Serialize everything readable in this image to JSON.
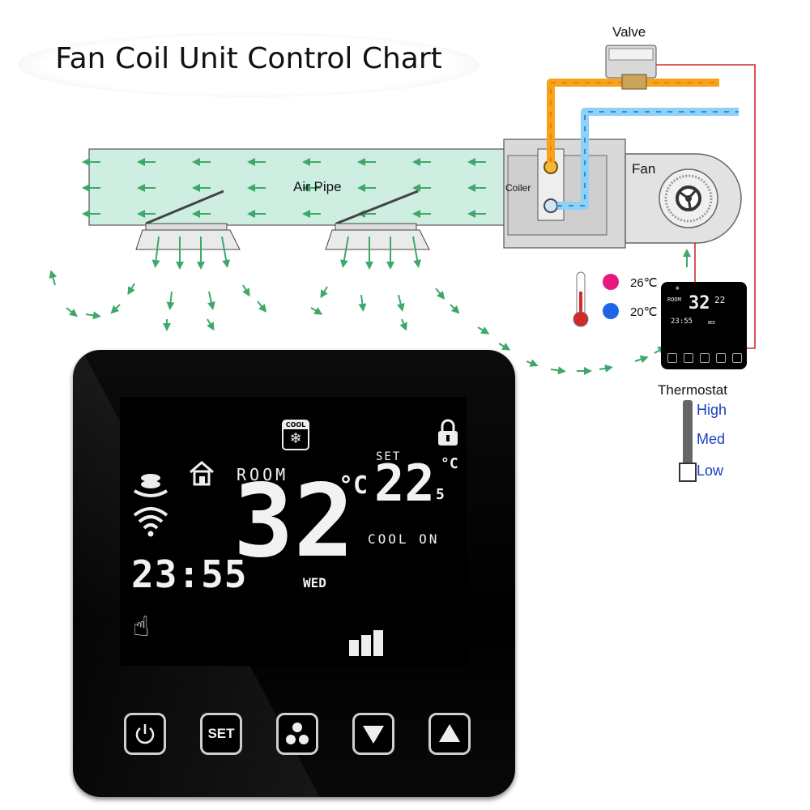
{
  "title": "Fan Coil Unit Control Chart",
  "labels": {
    "valve": "Valve",
    "air_pipe": "Air Pipe",
    "coiler": "Coiler",
    "fan": "Fan",
    "thermostat": "Thermostat"
  },
  "temperature_legend": [
    {
      "value": "26℃",
      "color": "#e6197d"
    },
    {
      "value": "20℃",
      "color": "#1e64e6"
    }
  ],
  "speed_levels": [
    "High",
    "Med",
    "Low"
  ],
  "pipe_colors": {
    "hot": "#f5a31a",
    "cold": "#8fd0f5",
    "air": "#cdeee0",
    "arrow": "#3ea86a",
    "wire": "#d22a2a"
  },
  "display": {
    "mode_badge": "COOL",
    "room_label": "ROOM",
    "room_temp": "32",
    "unit": "°C",
    "set_label": "SET",
    "set_temp_int": "22",
    "set_temp_dec": "5",
    "status": "COOL ON",
    "clock": "23:55",
    "day": "WED",
    "icons": [
      "snowflake-icon",
      "lock-icon",
      "home-icon",
      "fan-coil-icon",
      "wifi-icon",
      "hand-icon",
      "fan-speed-bars-icon"
    ]
  },
  "buttons": [
    {
      "name": "power-button",
      "icon": "power-icon",
      "label": ""
    },
    {
      "name": "set-button",
      "icon": "",
      "label": "SET"
    },
    {
      "name": "fan-button",
      "icon": "fan-icon",
      "label": ""
    },
    {
      "name": "down-button",
      "icon": "down-triangle-icon",
      "label": ""
    },
    {
      "name": "up-button",
      "icon": "up-triangle-icon",
      "label": ""
    }
  ]
}
